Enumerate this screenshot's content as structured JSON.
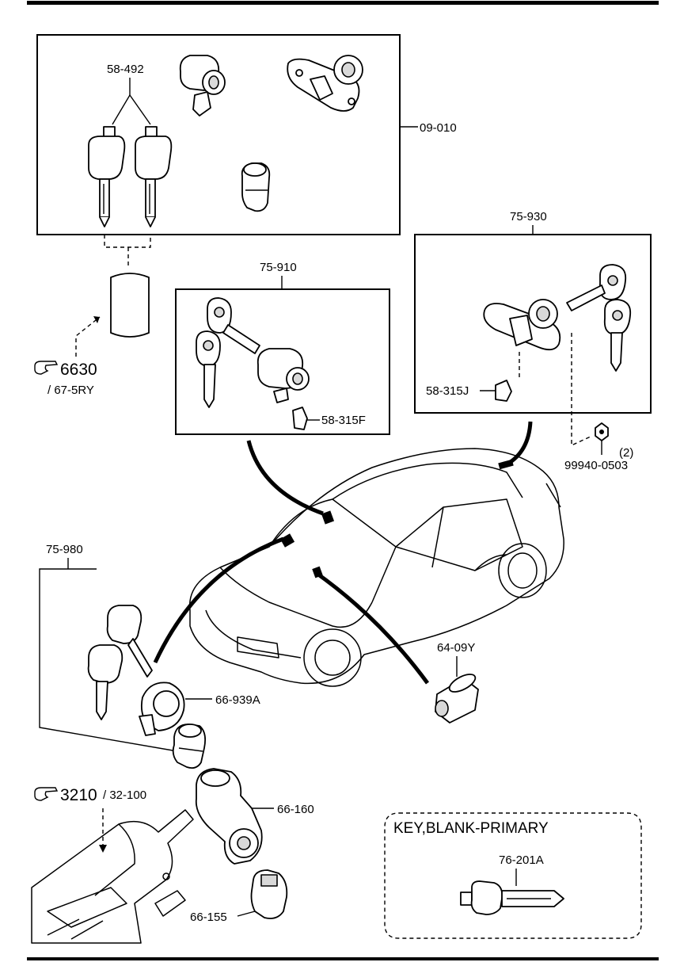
{
  "labels": {
    "key_set_group": "58-492",
    "lock_set": "09-010",
    "door_lock_set": "75-910",
    "trunk_lock_set": "75-930",
    "lock_clip_front": "58-315F",
    "lock_clip_rear": "58-315J",
    "nut_qty": "(2)",
    "nut": "99940-0503",
    "steering_lock_set": "75-980",
    "illumination_ring": "66-939A",
    "steering_lock": "66-160",
    "switch": "66-155",
    "glove_cylinder": "64-09Y",
    "blank_key": "76-201A"
  },
  "refs": {
    "ref1_main": "6630",
    "ref1_sub": "/ 67-5RY",
    "ref2_main": "3210",
    "ref2_sub": "/ 32-100"
  },
  "key_blank_box": {
    "title": "KEY,BLANK-PRIMARY"
  },
  "icons": {
    "ref_pointer": "pointing-hand-icon"
  }
}
